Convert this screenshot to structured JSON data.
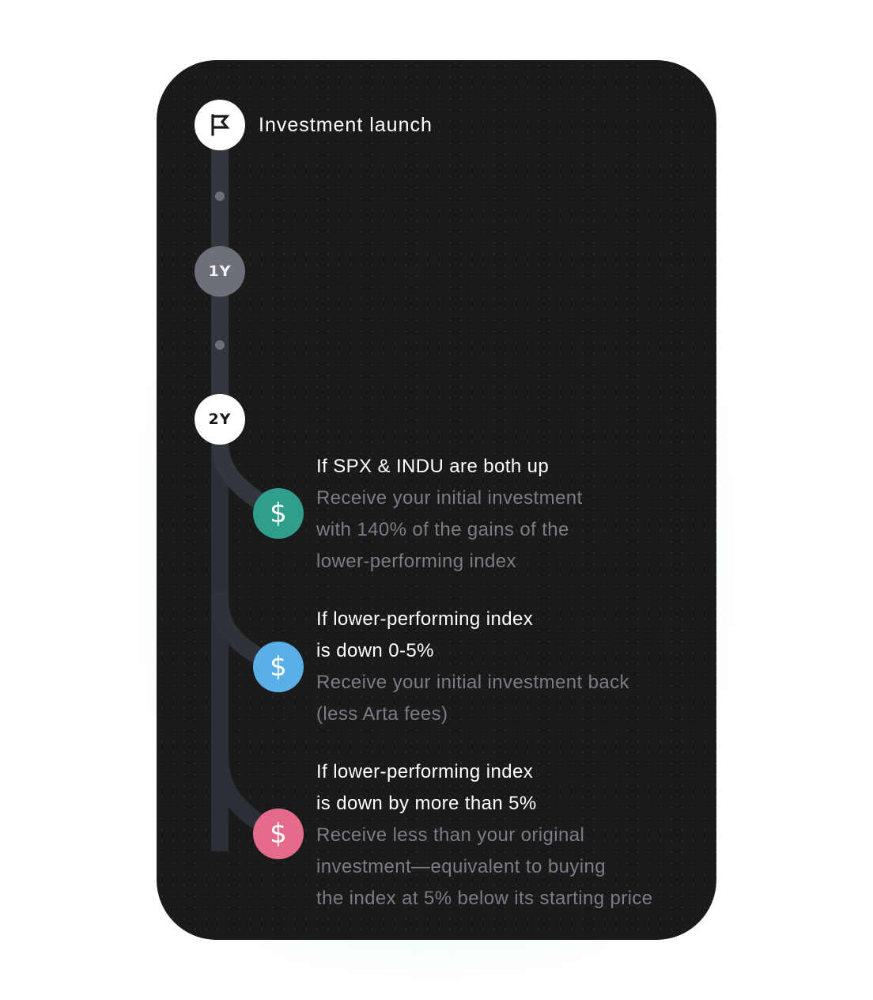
{
  "timeline": {
    "launch_label": "Investment launch",
    "milestone_1": "1Y",
    "milestone_2": "2Y"
  },
  "outcomes": [
    {
      "color": "#2f9e8c",
      "icon": "dollar-icon",
      "condition_lines": [
        "If SPX & INDU are both up"
      ],
      "description_lines": [
        "Receive your initial investment",
        "with 140% of the gains of the",
        "lower-performing index"
      ]
    },
    {
      "color": "#5aafe6",
      "icon": "dollar-icon",
      "condition_lines": [
        "If lower-performing index",
        "is down 0-5%"
      ],
      "description_lines": [
        "Receive your initial investment back",
        "(less Arta fees)"
      ]
    },
    {
      "color": "#e56b8b",
      "icon": "dollar-icon",
      "condition_lines": [
        "If lower-performing index",
        "is down by more than 5%"
      ],
      "description_lines": [
        "Receive less than your original",
        "investment—equivalent to buying",
        "the index at 5% below its starting price"
      ]
    }
  ],
  "colors": {
    "card_background": "#1a1a1b",
    "track": "#33363d",
    "muted_text": "#7a7d85"
  }
}
